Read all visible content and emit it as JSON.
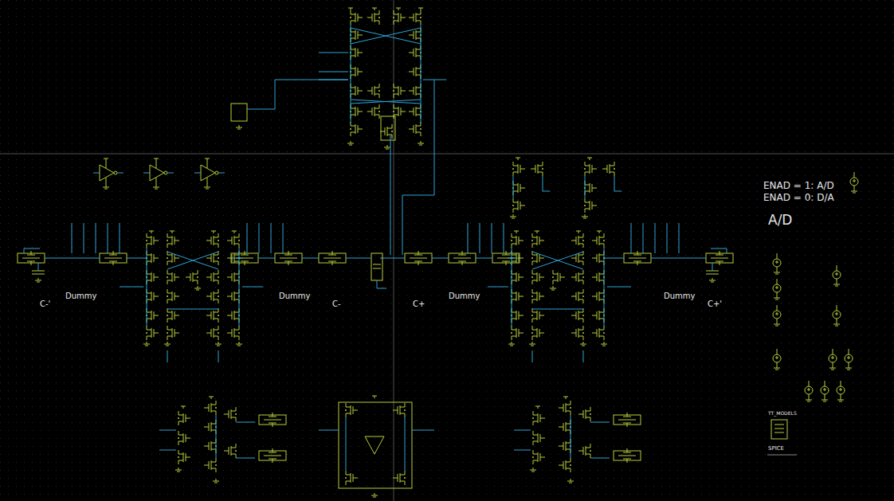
{
  "diagram": {
    "nodes": [
      {
        "text": [
          "TT_MODELS"
        ]
      },
      {
        "text": [
          "SPICE"
        ]
      }
    ],
    "labels": [
      "ENAD = 1: A/D",
      "ENAD = 0: D/A",
      "A/D",
      "Dummy",
      "Dummy",
      "Dummy",
      "Dummy",
      "C-'",
      "C-",
      "C+",
      "C+'"
    ]
  }
}
